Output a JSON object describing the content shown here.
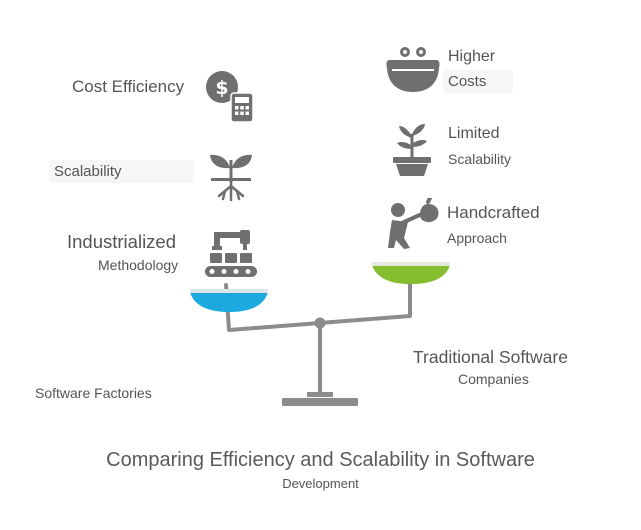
{
  "left_side": {
    "benefits": [
      {
        "text": "Cost Efficiency",
        "icon": "dollar-calculator-icon"
      },
      {
        "text": "Scalability",
        "icon": "seedling-roots-icon"
      },
      {
        "text_line1": "Industrialized",
        "text_line2": "Methodology",
        "icon": "assembly-line-robot-icon"
      }
    ],
    "label": "Software Factories",
    "pan_color": "#1ba9e0"
  },
  "right_side": {
    "drawbacks": [
      {
        "text_line1": "Higher",
        "text_line2": "Costs",
        "icon": "coin-purse-icon"
      },
      {
        "text_line1": "Limited",
        "text_line2": "Scalability",
        "icon": "potted-plant-icon"
      },
      {
        "text_line1": "Handcrafted",
        "text_line2": "Approach",
        "icon": "person-carrying-bundle-icon"
      }
    ],
    "label_line1": "Traditional Software",
    "label_line2": "Companies",
    "pan_color": "#84bd2e"
  },
  "scale": {
    "icon": "balance-scale-icon",
    "color": "#8c8c8c"
  },
  "title": {
    "main": "Comparing Efficiency and Scalability in Software",
    "sub": "Development"
  }
}
